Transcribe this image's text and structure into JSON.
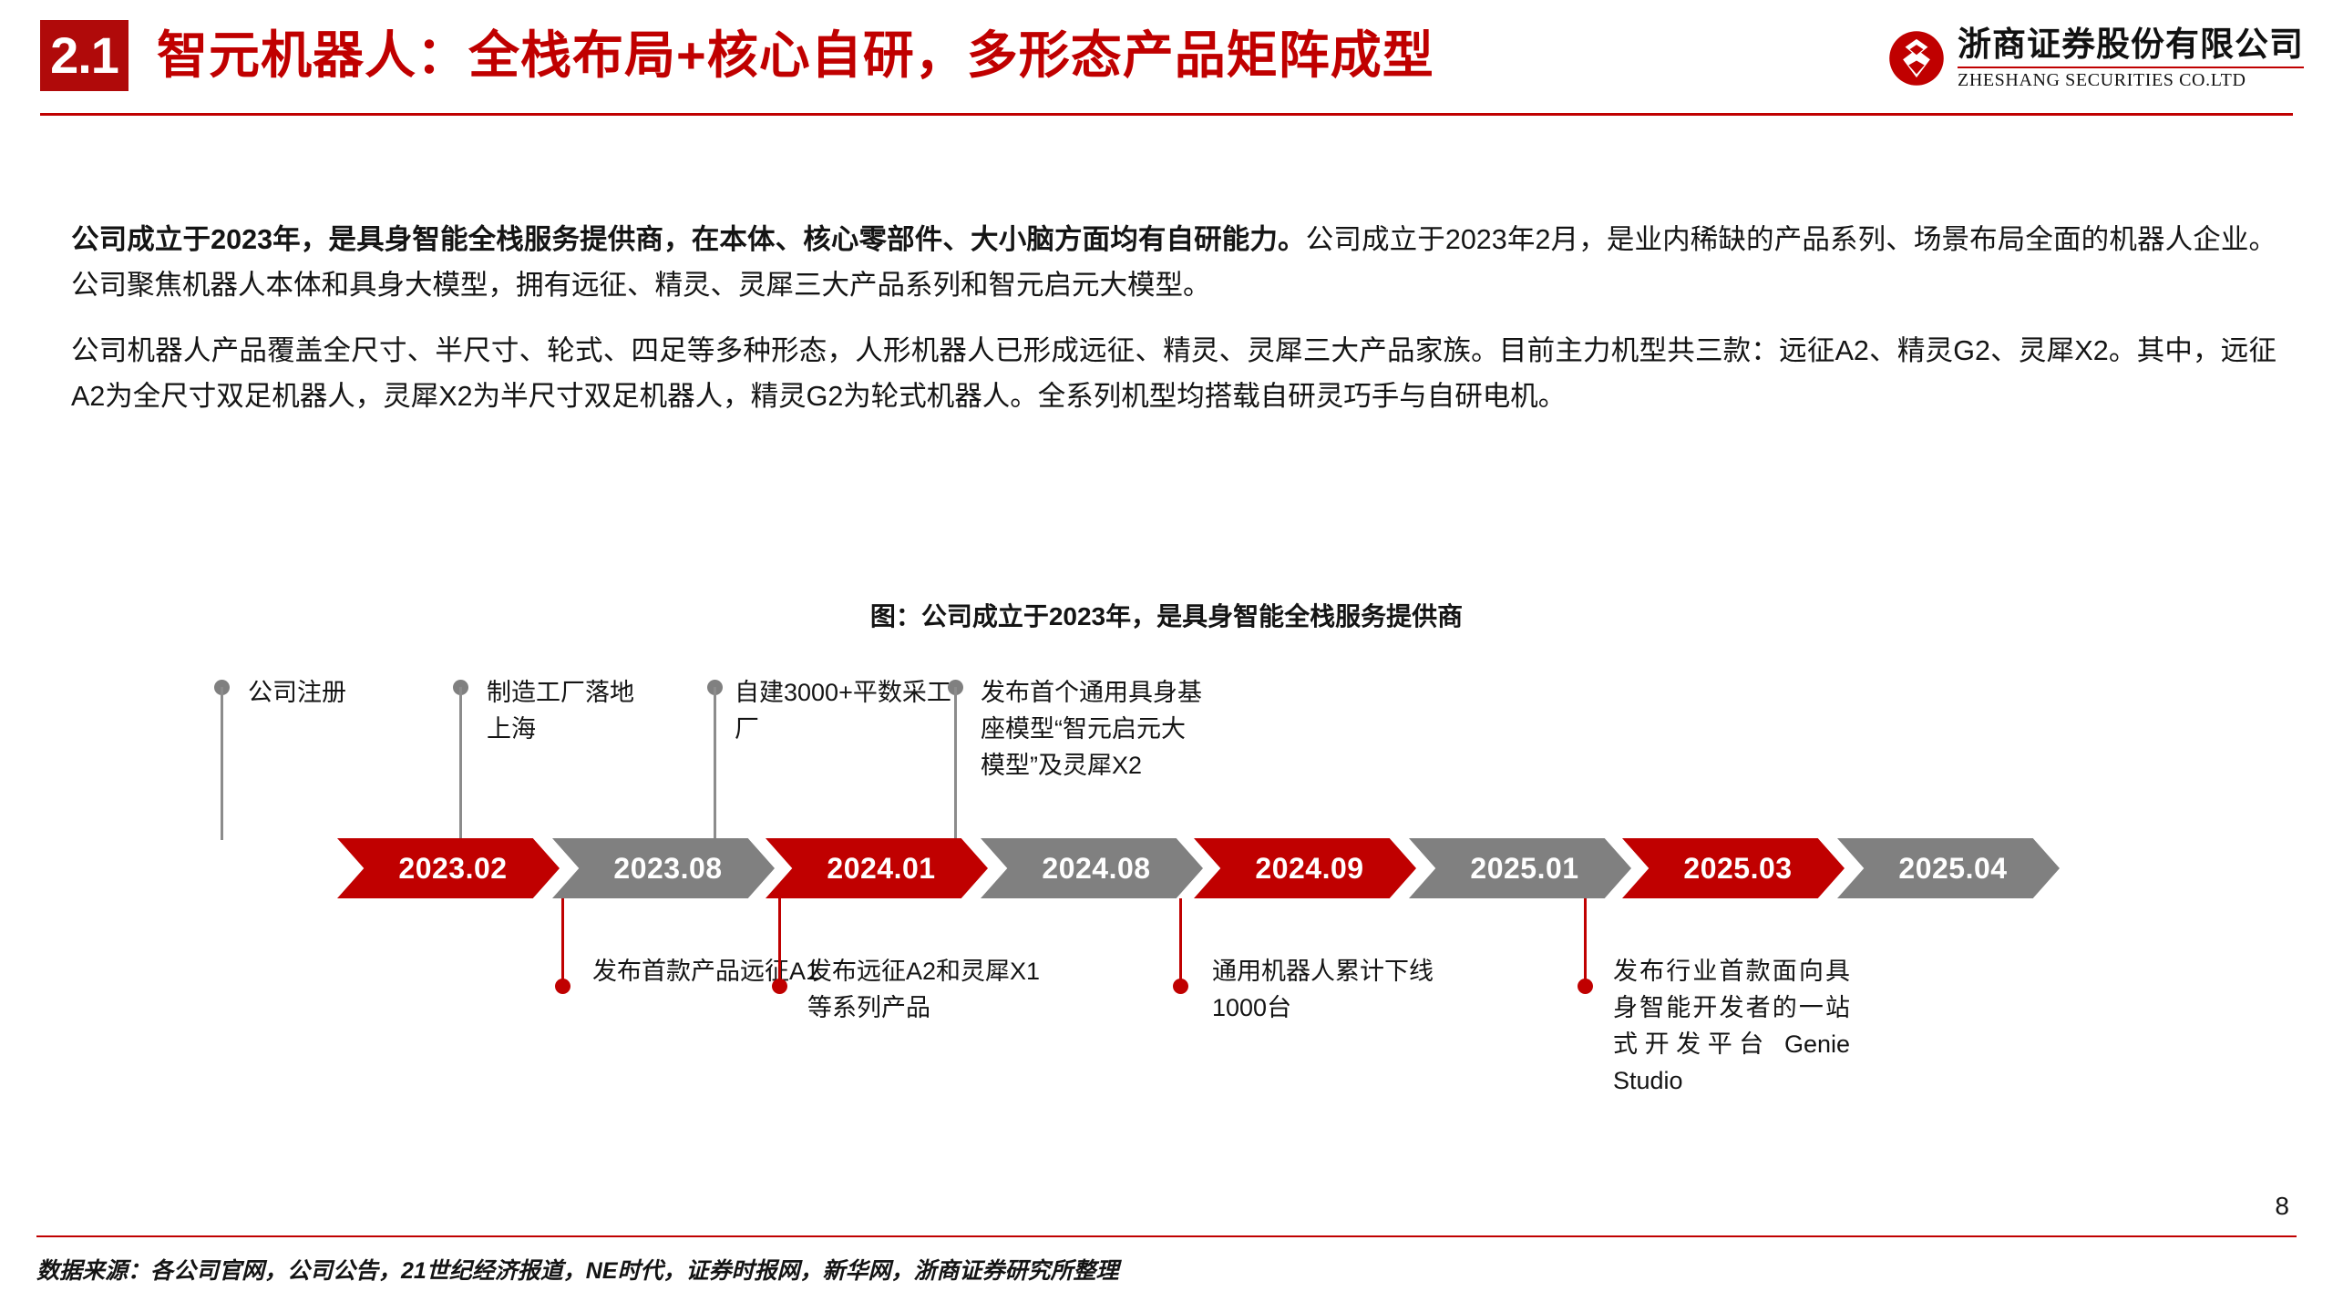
{
  "header": {
    "section_number": "2.1",
    "title": "智元机器人：全栈布局+核心自研，多形态产品矩阵成型",
    "accent_color": "#c00000",
    "badge_color": "#b00a0a"
  },
  "logo": {
    "mark": "zheshang-securities-logo-icon",
    "company_cn": "浙商证券股份有限公司",
    "company_en": "ZHESHANG SECURITIES CO.LTD"
  },
  "body": {
    "paragraph1_lead": "公司成立于2023年，是具身智能全栈服务提供商，在本体、核心零部件、大小脑方面均有自研能力。",
    "paragraph1_rest": "公司成立于2023年2月，是业内稀缺的产品系列、场景布局全面的机器人企业。公司聚焦机器人本体和具身大模型，拥有远征、精灵、灵犀三大产品系列和智元启元大模型。",
    "paragraph2": "公司机器人产品覆盖全尺寸、半尺寸、轮式、四足等多种形态，人形机器人已形成远征、精灵、灵犀三大产品家族。目前主力机型共三款：远征A2、精灵G2、灵犀X2。其中，远征A2为全尺寸双足机器人，灵犀X2为半尺寸双足机器人，精灵G2为轮式机器人。全系列机型均搭载自研灵巧手与自研电机。"
  },
  "figure": {
    "title": "图：公司成立于2023年，是具身智能全栈服务提供商",
    "chart_data": {
      "type": "timeline",
      "title": "图：公司成立于2023年，是具身智能全栈服务提供商",
      "milestones": [
        {
          "date": "2023.02",
          "color": "#c00000",
          "position": "above",
          "label": "公司注册"
        },
        {
          "date": "2023.08",
          "color": "#808080",
          "position": "below",
          "label": "发布首款产品远征A1"
        },
        {
          "date": "2024.01",
          "color": "#c00000",
          "position": "above",
          "label": "制造工厂落地上海"
        },
        {
          "date": "2024.08",
          "color": "#808080",
          "position": "below",
          "label": "发布远征A2和灵犀X1等系列产品"
        },
        {
          "date": "2024.09",
          "color": "#c00000",
          "position": "above",
          "label": "自建3000+平数采工厂"
        },
        {
          "date": "2025.01",
          "color": "#808080",
          "position": "below",
          "label": "通用机器人累计下线1000台"
        },
        {
          "date": "2025.03",
          "color": "#c00000",
          "position": "above",
          "label": "发布首个通用具身基座模型“智元启元大模型”及灵犀X2"
        },
        {
          "date": "2025.04",
          "color": "#808080",
          "position": "below",
          "label": "发布行业首款面向具身智能开发者的一站式开发平台 Genie Studio"
        }
      ]
    }
  },
  "timeline_labels": {
    "above_1": "公司注册",
    "above_2": "制造工厂落地\n上海",
    "above_3": "自建3000+平数采工厂",
    "above_4": "发布首个通用具身基座模型“智元启元大模型”及灵犀X2",
    "below_1": "发布首款产品远征A1",
    "below_2": "发布远征A2和灵犀X1等系列产品",
    "below_3": "通用机器人累计下线1000台",
    "below_4": "发布行业首款面向具身智能开发者的一站式开发平台 Genie Studio",
    "date_1": "2023.02",
    "date_2": "2023.08",
    "date_3": "2024.01",
    "date_4": "2024.08",
    "date_5": "2024.09",
    "date_6": "2025.01",
    "date_7": "2025.03",
    "date_8": "2025.04"
  },
  "footer": {
    "source": "数据来源：各公司官网，公司公告，21世纪经济报道，NE时代，证券时报网，新华网，浙商证券研究所整理",
    "page_number": "8"
  }
}
